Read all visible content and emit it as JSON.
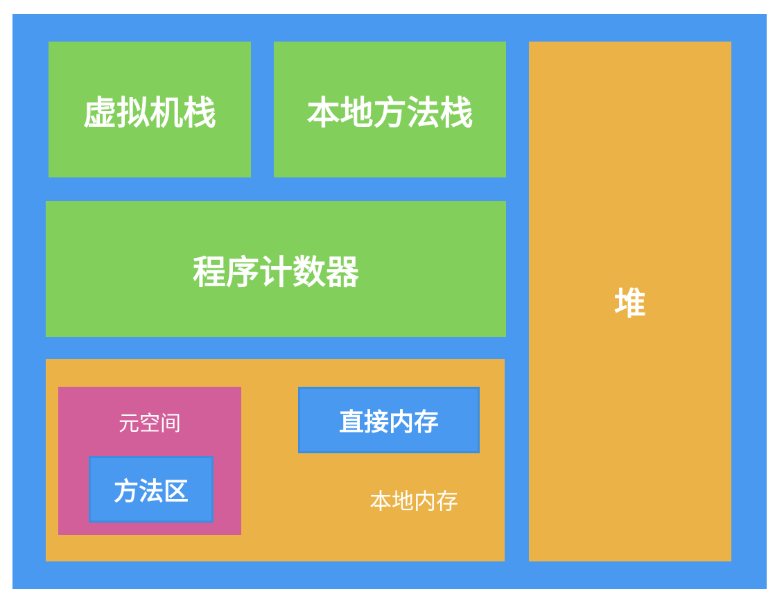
{
  "diagram": {
    "jvm_stack": "虚拟机栈",
    "native_method_stack": "本地方法栈",
    "program_counter": "程序计数器",
    "heap": "堆",
    "native_memory": "本地内存",
    "metaspace": "元空间",
    "method_area": "方法区",
    "direct_memory": "直接内存"
  },
  "colors": {
    "frame_blue": "#4a99f0",
    "inner_blue": "#4a99f0",
    "green": "#82cf5c",
    "orange": "#ebb347",
    "pink": "#d35f9a"
  }
}
